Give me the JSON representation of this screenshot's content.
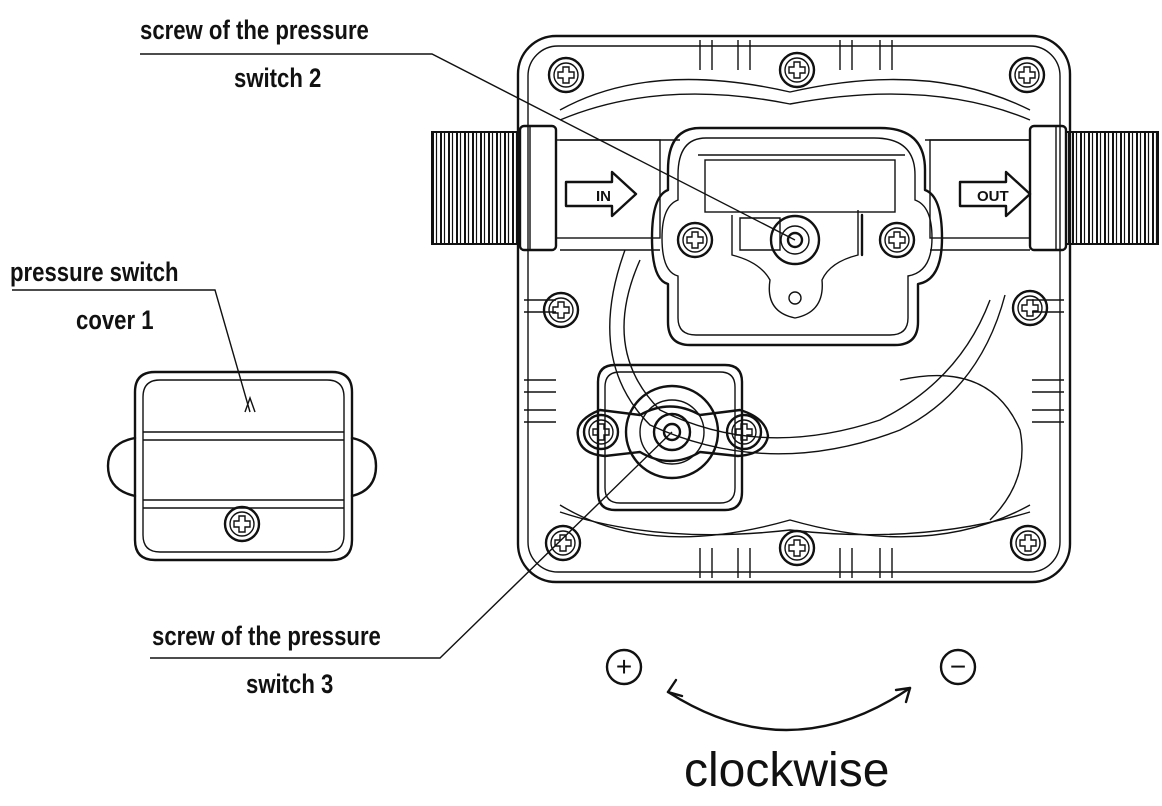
{
  "labels": {
    "screw2_line1": "screw of the pressure",
    "screw2_line2": "switch 2",
    "cover_line1": "pressure switch",
    "cover_line2": "cover 1",
    "screw3_line1": "screw of the pressure",
    "screw3_line2": "switch 3"
  },
  "ports": {
    "inlet": "IN",
    "outlet": "OUT"
  },
  "rotation": {
    "plus": "+",
    "minus": "−",
    "direction": "clockwise"
  },
  "colors": {
    "line": "#111111",
    "background": "#ffffff"
  }
}
